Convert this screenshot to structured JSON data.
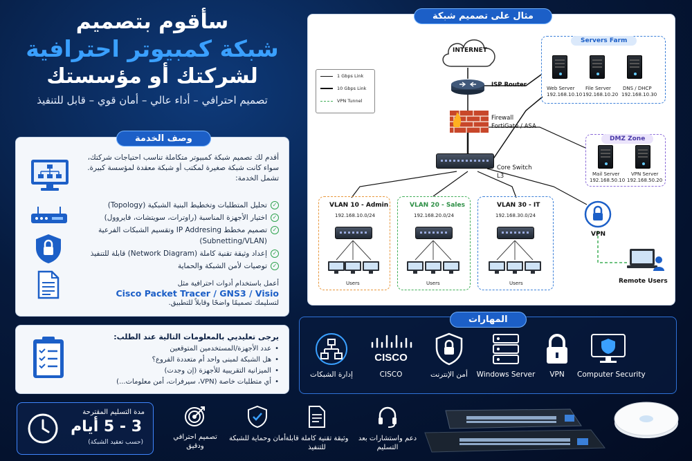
{
  "hero": {
    "line1": "سأقوم بتصميم",
    "line2": "شبكة كمبيوتر احترافية",
    "line3": "لشركتك أو مؤسستك",
    "subtitle": "تصميم احترافي – أداء عالي – أمان قوي – قابل للتنفيذ"
  },
  "service": {
    "pill": "وصف الخدمة",
    "intro": "أقدم لك تصميم شبكة كمبيوتر متكاملة تناسب احتياجات شركتك، سواء كانت شبكة صغيرة لمكتب أو شبكة معقدة لمؤسسة كبيرة. تشمل الخدمة:",
    "items": [
      "تحليل المتطلبات وتخطيط البنية الشبكية (Topology)",
      "اختيار الأجهزة المناسبة (راوترات، سويتشات، فايروول)",
      "تصميم مخطط IP Addresing وتقسيم الشبكات الفرعية (Subnetting/VLAN)",
      "إعداد وثيقة تقنية كاملة (Network Diagram) قابلة للتنفيذ",
      "توصيات لأمن الشبكة والحماية"
    ],
    "tools_prefix": "أعمل باستخدام أدوات احترافية مثل",
    "tools_name": "Cisco Packet Tracer / GNS3 / Visio",
    "tools_suffix": "لتسليمك تصميمًا واضحًا وقابلاً للتطبيق."
  },
  "request": {
    "title": "يرجى تعليديي بالمعلومات التالية عند الطلب:",
    "items": [
      "عدد الأجهزة/المستخدمين المتوقعين",
      "هل الشبكة لمبنى واحد أم متعددة الفروع؟",
      "الميزانية التقريبية للأجهزة (إن وجدت)",
      "أي متطلبات خاصة (VPN، سيرفرات، أمن معلومات...)"
    ]
  },
  "diagram": {
    "pill": "مثال على تصميم شبكة",
    "internet": "INTERNET",
    "isp_router": "ISP Router",
    "firewall_line1": "Firewall",
    "firewall_line2": "FortiGate / ASA",
    "core_line1": "Core Switch",
    "core_line2": "L3",
    "legend": [
      "1 Gbps Link",
      "10 Gbps Link",
      "VPN Tunnel"
    ],
    "servers_farm": {
      "title": "Servers Farm",
      "servers": [
        {
          "name": "Web Server",
          "ip": "192.168.10.10"
        },
        {
          "name": "File Server",
          "ip": "192.168.10.20"
        },
        {
          "name": "DNS / DHCP",
          "ip": "192.168.10.30"
        }
      ]
    },
    "dmz": {
      "title": "DMZ Zone",
      "servers": [
        {
          "name": "Mail Server",
          "ip": "192.168.50.10"
        },
        {
          "name": "VPN Server",
          "ip": "192.168.50.20"
        }
      ]
    },
    "vlans": [
      {
        "name": "VLAN 10 - Admin",
        "subnet": "192.168.10.0/24",
        "users": "Users",
        "color": "#e8963a"
      },
      {
        "name": "VLAN 20 - Sales",
        "subnet": "192.168.20.0/24",
        "users": "Users",
        "color": "#3fae57"
      },
      {
        "name": "VLAN 30 - IT",
        "subnet": "192.168.30.0/24",
        "users": "Users",
        "color": "#3a7fd8"
      }
    ],
    "vpn": "VPN",
    "remote_users": "Remote Users"
  },
  "skills": {
    "pill": "المهارات",
    "items": [
      {
        "label": "Computer Security",
        "icon": "shield-monitor-icon"
      },
      {
        "label": "VPN",
        "icon": "padlock-icon"
      },
      {
        "label": "Windows Server",
        "icon": "server-stack-icon"
      },
      {
        "label": "أمن الإنترنت",
        "icon": "shield-lock-icon"
      },
      {
        "label": "CISCO",
        "icon": "cisco-logo-icon"
      },
      {
        "label": "إدارة الشبكات",
        "icon": "network-hierarchy-icon"
      }
    ]
  },
  "delivery": {
    "title": "مدة التسليم المقترحة",
    "value": "3 - 5 أيام",
    "note": "(حسب تعقيد الشبكة)"
  },
  "features": [
    {
      "label": "تصميم احترافي ودقيق",
      "icon": "target-icon"
    },
    {
      "label": "أمان وحماية للشبكة",
      "icon": "shield-check-icon"
    },
    {
      "label": "وثيقة تقنية كاملة قابلة للتنفيذ",
      "icon": "document-icon"
    },
    {
      "label": "دعم واستشارات بعد التسليم",
      "icon": "headset-icon"
    }
  ],
  "colors": {
    "accent": "#1c5fc7",
    "accent_light": "#3aa0ff",
    "firewall": "#d9532b",
    "check": "#2fa34e"
  }
}
